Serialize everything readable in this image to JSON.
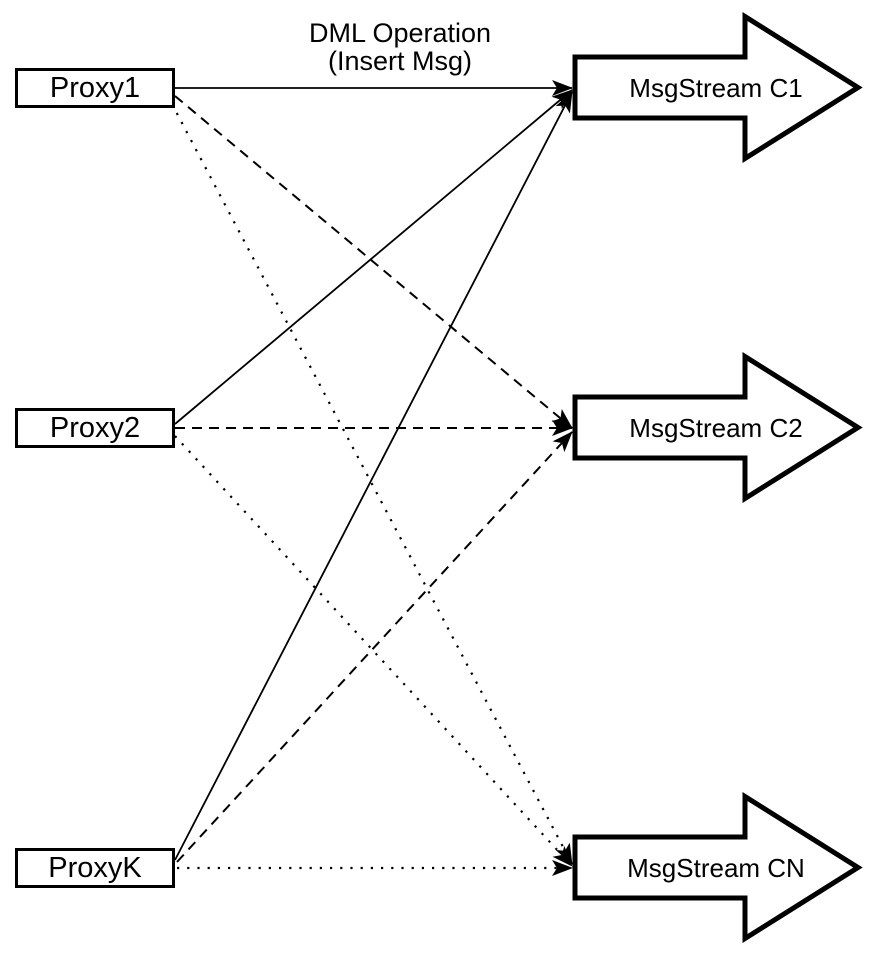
{
  "label": {
    "line1": "DML Operation",
    "line2": "(Insert Msg)"
  },
  "proxies": [
    {
      "id": "proxy1",
      "label": "Proxy1"
    },
    {
      "id": "proxy2",
      "label": "Proxy2"
    },
    {
      "id": "proxyk",
      "label": "ProxyK"
    }
  ],
  "streams": [
    {
      "id": "c1",
      "label": "MsgStream C1",
      "incoming_line_style": "solid"
    },
    {
      "id": "c2",
      "label": "MsgStream C2",
      "incoming_line_style": "dashed"
    },
    {
      "id": "cn",
      "label": "MsgStream CN",
      "incoming_line_style": "dotted"
    }
  ],
  "connections": [
    {
      "from": "Proxy1",
      "to": "MsgStream C1",
      "style": "solid"
    },
    {
      "from": "Proxy1",
      "to": "MsgStream C2",
      "style": "dashed"
    },
    {
      "from": "Proxy1",
      "to": "MsgStream CN",
      "style": "dotted"
    },
    {
      "from": "Proxy2",
      "to": "MsgStream C1",
      "style": "solid"
    },
    {
      "from": "Proxy2",
      "to": "MsgStream C2",
      "style": "dashed"
    },
    {
      "from": "Proxy2",
      "to": "MsgStream CN",
      "style": "dotted"
    },
    {
      "from": "ProxyK",
      "to": "MsgStream C1",
      "style": "solid"
    },
    {
      "from": "ProxyK",
      "to": "MsgStream C2",
      "style": "dashed"
    },
    {
      "from": "ProxyK",
      "to": "MsgStream CN",
      "style": "dotted"
    }
  ],
  "colors": {
    "stroke": "#000000",
    "fill": "#ffffff",
    "background": "#ffffff"
  }
}
